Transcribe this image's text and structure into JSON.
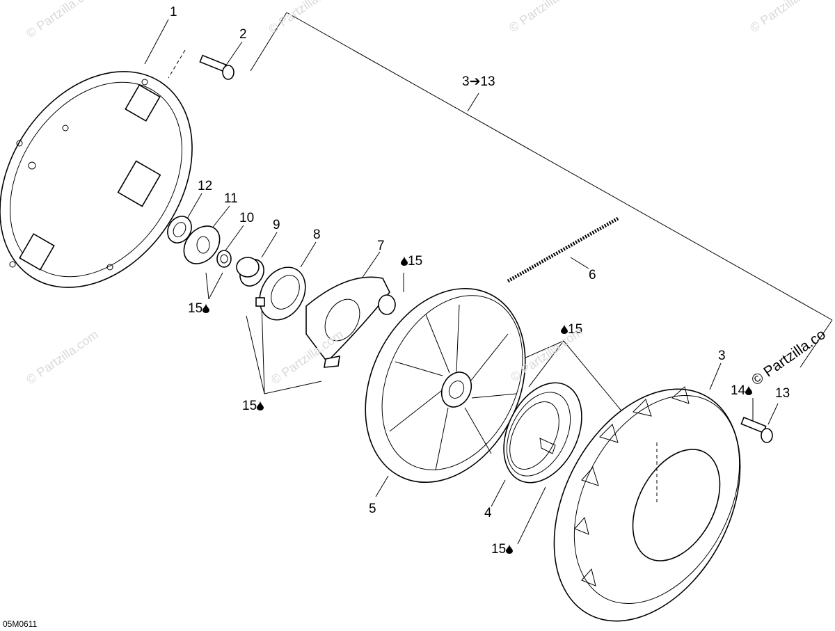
{
  "diagram": {
    "callouts": {
      "c1": "1",
      "c2": "2",
      "c3": "3",
      "c4": "4",
      "c5": "5",
      "c6": "6",
      "c7": "7",
      "c8": "8",
      "c9": "9",
      "c10": "10",
      "c11": "11",
      "c12": "12",
      "c13": "13",
      "c3to13": "3➔13",
      "c14": "14",
      "c15a": "15",
      "c15b": "15",
      "c15c": "15",
      "c15d": "15",
      "c15e": "15"
    },
    "watermark": "© Partzilla.com",
    "watermark_short": "© Partzilla.co",
    "drawing_code": "05M0611",
    "icons": {
      "lubricant": "oil-drop-icon"
    }
  }
}
